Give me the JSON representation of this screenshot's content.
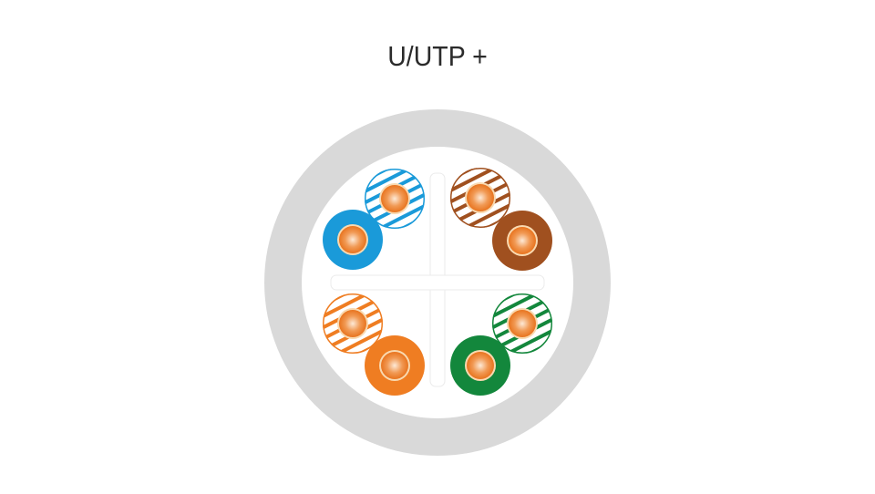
{
  "title": "U/UTP +",
  "cable": {
    "jacket_color": "#d9d9d9",
    "interior_color": "#ffffff",
    "separator_color": "#ffffff",
    "separator_edge": "#e6e6e6"
  },
  "core": {
    "color_outer": "#e8741f",
    "color_inner": "#fbe3cd",
    "rim": "#f9d9b0"
  },
  "pairs": [
    {
      "name": "blue",
      "color": "#1a9ad9",
      "solid_label": "blue",
      "striped_label": "blue-white"
    },
    {
      "name": "brown",
      "color": "#a0501f",
      "solid_label": "brown",
      "striped_label": "brown-white"
    },
    {
      "name": "orange",
      "color": "#ef7d22",
      "solid_label": "orange",
      "striped_label": "orange-white"
    },
    {
      "name": "green",
      "color": "#13873c",
      "solid_label": "green",
      "striped_label": "green-white"
    }
  ]
}
